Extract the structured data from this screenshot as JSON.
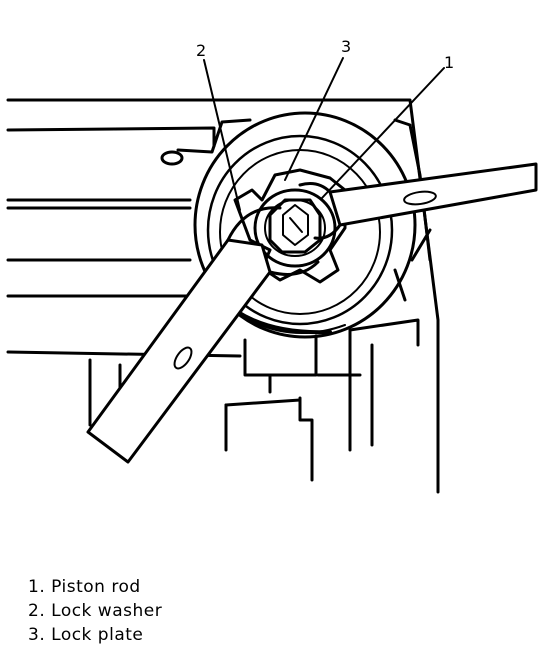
{
  "callouts": {
    "one": "1",
    "two": "2",
    "three": "3"
  },
  "legend": [
    {
      "num": "1.",
      "label": "Piston rod"
    },
    {
      "num": "2.",
      "label": "Lock washer"
    },
    {
      "num": "3.",
      "label": "Lock plate"
    }
  ]
}
